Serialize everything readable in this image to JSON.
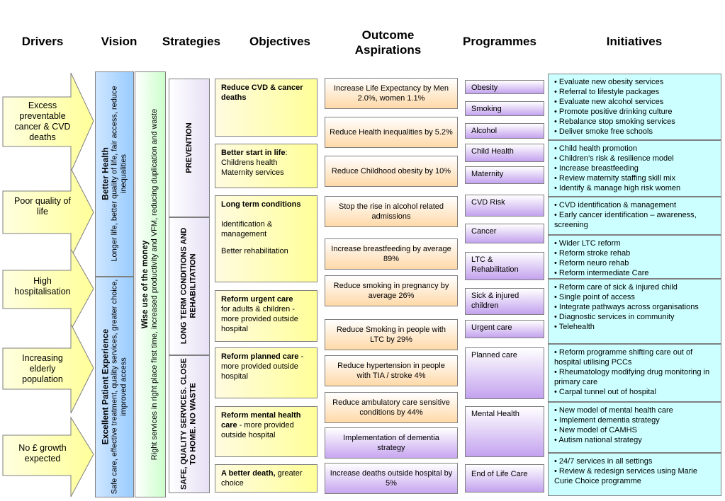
{
  "headers": {
    "drivers": "Drivers",
    "vision": "Vision",
    "strategies": "Strategies",
    "objectives": "Objectives",
    "outcome_line1": "Outcome",
    "outcome_line2": "Aspirations",
    "programmes": "Programmes",
    "initiatives": "Initiatives"
  },
  "drivers": [
    "Excess preventable cancer & CVD deaths",
    "Poor quality of life",
    "High hospitalisation",
    "Increasing elderly population",
    "No £ growth expected"
  ],
  "vision": {
    "better_health_title": "Better Health",
    "better_health_desc": "Longer life, better quality of life, fair access, reduce inequalities",
    "patient_exp_title": "Excellent Patient Experience",
    "patient_exp_desc": "Safe care, effective treatment, quality services, greater choice, improved access"
  },
  "money": {
    "title": "Wise use of the money",
    "desc": "Right services in right place first time, increased productivity and VFM, reducing duplication and waste"
  },
  "strategies": {
    "prevention": "PREVENTION",
    "ltc": "LONG TERM CONDITIONS AND REHABILITATION",
    "safe": "SAFE, QUALITY SERVICES. CLOSE TO HOME. NO WASTE"
  },
  "objectives": [
    {
      "bold": "Reduce CVD & cancer deaths",
      "rest": ""
    },
    {
      "bold": "Better start in life",
      "rest": ":",
      "line2": "Childrens health",
      "line3": "Maternity services"
    },
    {
      "bold": "Long term conditions",
      "line2": "Identification & management",
      "line3": "Better rehabilitation"
    },
    {
      "bold": "Reform urgent care",
      "rest": "for adults & children - more provided outside hospital"
    },
    {
      "bold": "Reform planned care",
      "rest": " - more provided outside hospital"
    },
    {
      "bold": "Reform mental health care",
      "rest": " - more provided outside hospital"
    },
    {
      "bold": "A better death,",
      "rest": " greater choice"
    }
  ],
  "outcomes": [
    "Increase Life Expectancy by Men 2.0%, women 1.1%",
    "Reduce Health inequalities by 5.2%",
    "Reduce Childhood obesity by 10%",
    "Stop the rise in alcohol related admissions",
    "Increase breastfeeding by average 89%",
    "Reduce smoking in pregnancy by average 26%",
    "Reduce Smoking in people with LTC by 29%",
    "Reduce hypertension in people with TIA / stroke 4%",
    "Reduce ambulatory care sensitive conditions by 44%",
    "Implementation of dementia strategy",
    "Increase deaths outside hospital by 5%"
  ],
  "programmes": [
    "Obesity",
    "Smoking",
    "Alcohol",
    "Child Health",
    "Maternity",
    "CVD Risk",
    "Cancer",
    "LTC & Rehabilitation",
    "Sick & injured children",
    "Urgent care",
    "Planned care",
    "Mental Health",
    "End of Life Care"
  ],
  "initiatives": [
    [
      "Evaluate new obesity services",
      "Referral to lifestyle packages",
      "Evaluate new alcohol services",
      "Promote positive drinking culture",
      "Rebalance stop smoking services",
      "Deliver smoke free schools"
    ],
    [
      "Child health promotion",
      "Children’s risk & resilience model",
      "Increase breastfeeding",
      "Review maternity staffing skill mix",
      "Identify & manage high risk women"
    ],
    [
      "CVD identification & management",
      "Early cancer identification – awareness, screening"
    ],
    [
      "Wider LTC reform",
      "Reform stroke rehab",
      "Reform neuro rehab",
      "Reform intermediate Care"
    ],
    [
      "Reform care of sick & injured child",
      "Single point of access",
      "Integrate pathways across organisations",
      "Diagnostic services in community",
      "Telehealth"
    ],
    [
      "Reform programme shifting care out of hospital utilising PCCs",
      "Rheumatology modifying drug monitoring in primary care",
      "Carpal tunnel out of hospital"
    ],
    [
      "New model of mental health care",
      "Implement dementia strategy",
      "New model of CAMHS",
      "Autism national strategy"
    ],
    [
      "24/7 services in all settings",
      "Review & redesign services using Marie Curie Choice programme"
    ]
  ],
  "colors": {
    "driver_fill": "#ffff99",
    "vision_fill": "#99ccff",
    "money_fill": "#ccffcc",
    "objective_fill": "#ffff99",
    "outcome_fill": "#ffd9a8",
    "outcome_purple": "#c8a6f0",
    "programme_fill": "#c3a2ee",
    "initiative_fill": "#ccffff"
  }
}
